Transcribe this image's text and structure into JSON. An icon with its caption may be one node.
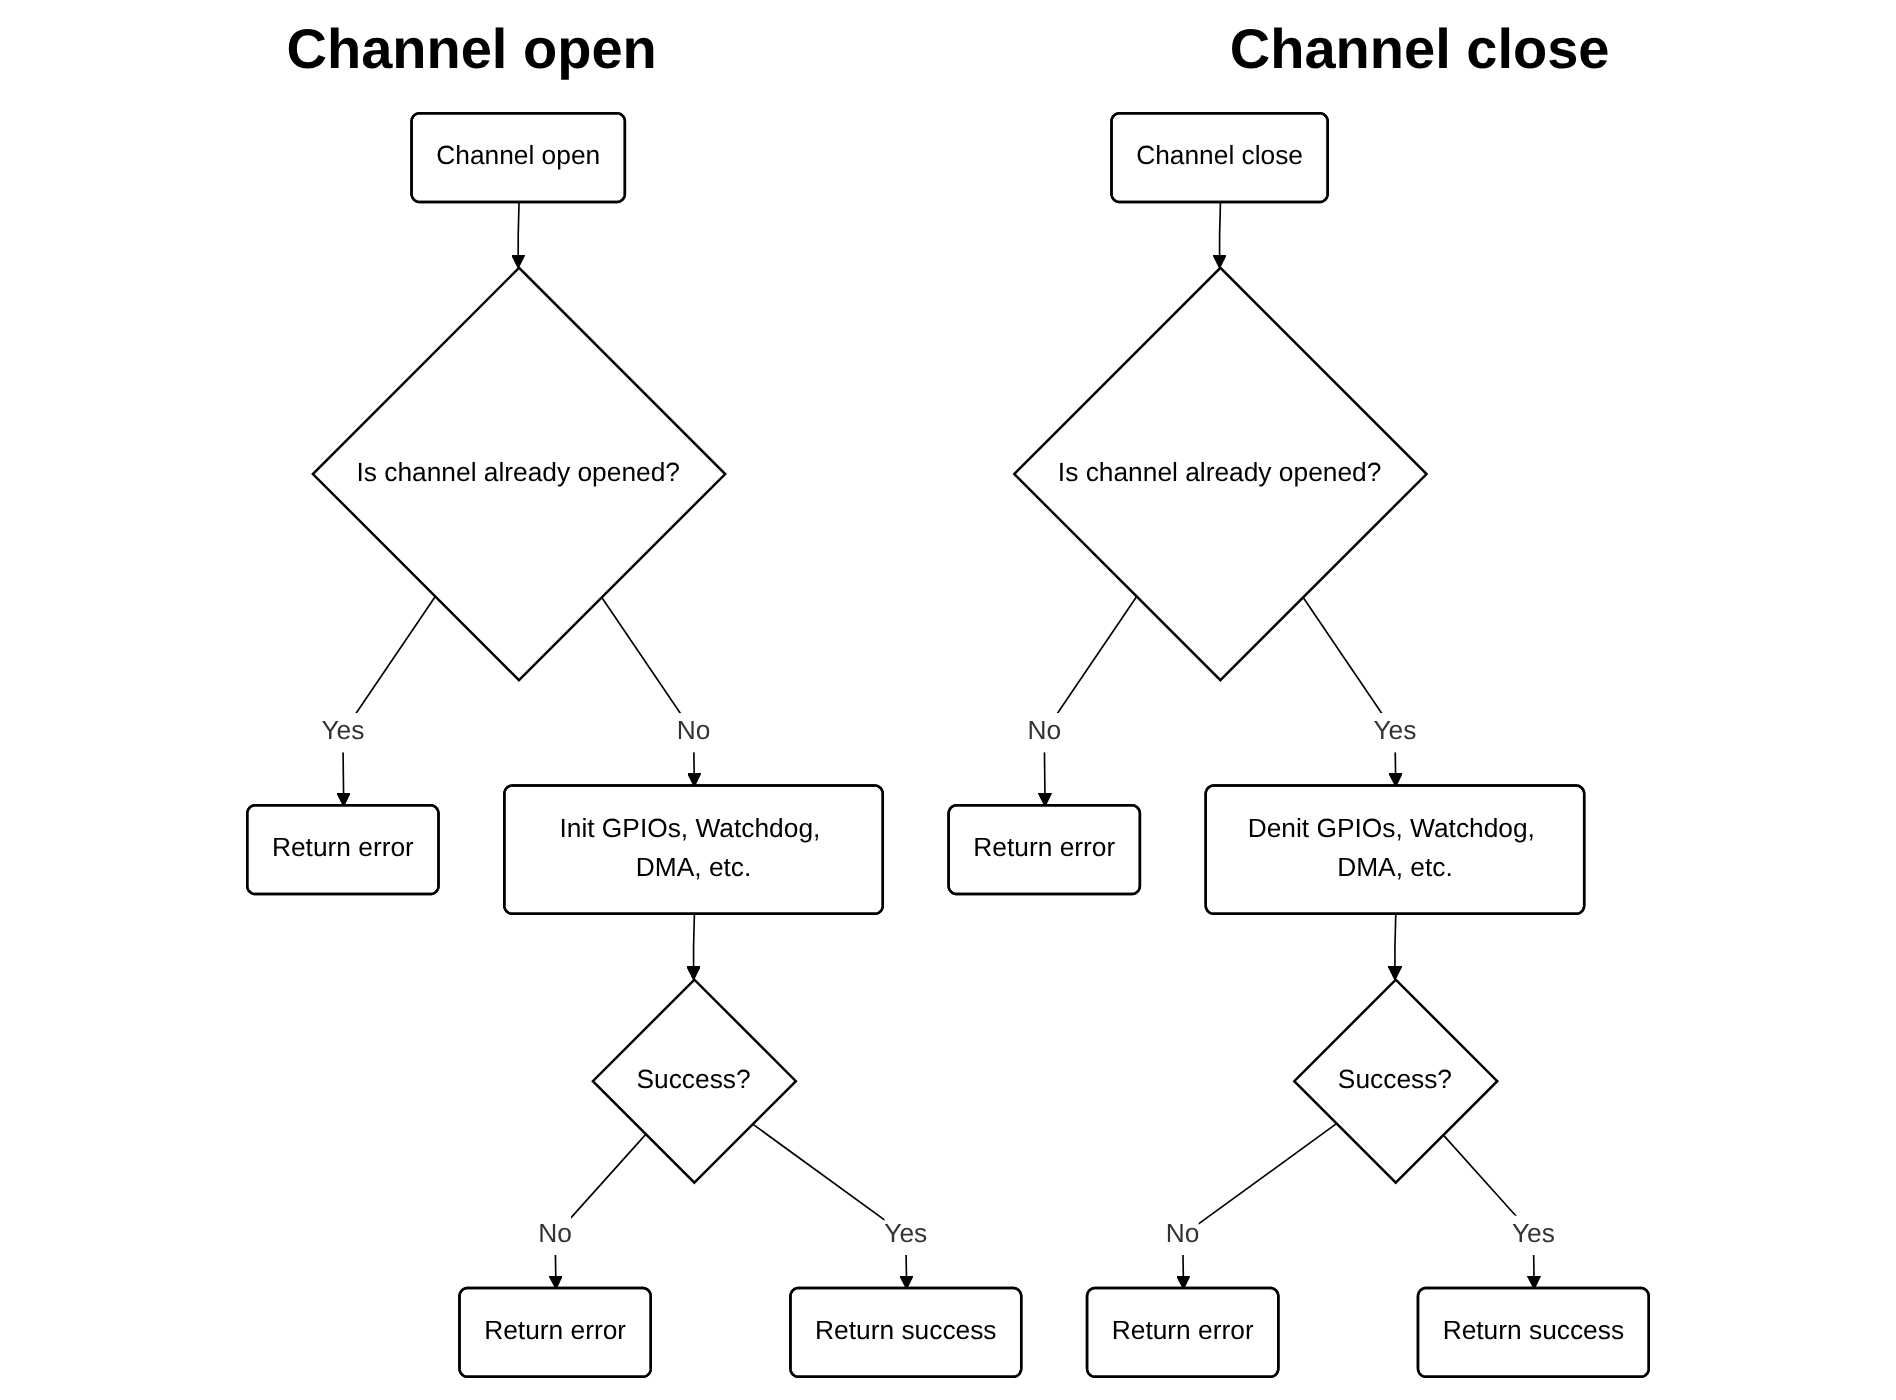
{
  "diagram": {
    "nodes": [
      {
        "text": [
          "Channel open"
        ]
      },
      {
        "text": [
          "Is channel already opened?"
        ]
      },
      {
        "text": [
          "Return error"
        ]
      },
      {
        "text": [
          "Init GPIOs, Watchdog, DMA, etc."
        ]
      },
      {
        "text": [
          "Success?"
        ]
      },
      {
        "text": [
          "Return error"
        ]
      },
      {
        "text": [
          "Return success"
        ]
      },
      {
        "text": [
          "Channel close"
        ]
      },
      {
        "text": [
          "Is channel already opened?"
        ]
      },
      {
        "text": [
          "Return error"
        ]
      },
      {
        "text": [
          "Denit GPIOs, Watchdog, DMA, etc."
        ]
      },
      {
        "text": [
          "Success?"
        ]
      },
      {
        "text": [
          "Return error"
        ]
      },
      {
        "text": [
          "Return success"
        ]
      }
    ],
    "edges": [
      {
        "from": 0,
        "to": 1,
        "arrow": "to"
      },
      {
        "from": 1,
        "to": 2,
        "arrow": "to",
        "label": "Yes"
      },
      {
        "from": 1,
        "to": 3,
        "arrow": "to",
        "label": "No"
      },
      {
        "from": 3,
        "to": 4,
        "arrow": "to"
      },
      {
        "from": 4,
        "to": 5,
        "arrow": "to",
        "label": "No"
      },
      {
        "from": 4,
        "to": 6,
        "arrow": "to",
        "label": "Yes"
      },
      {
        "from": 7,
        "to": 8,
        "arrow": "to"
      },
      {
        "from": 8,
        "to": 9,
        "arrow": "to",
        "label": "No"
      },
      {
        "from": 8,
        "to": 10,
        "arrow": "to",
        "label": "Yes"
      },
      {
        "from": 10,
        "to": 11,
        "arrow": "to"
      },
      {
        "from": 11,
        "to": 12,
        "arrow": "to",
        "label": "No"
      },
      {
        "from": 11,
        "to": 13,
        "arrow": "to",
        "label": "Yes"
      }
    ],
    "labels": [
      "Channel open",
      "Channel close"
    ]
  }
}
